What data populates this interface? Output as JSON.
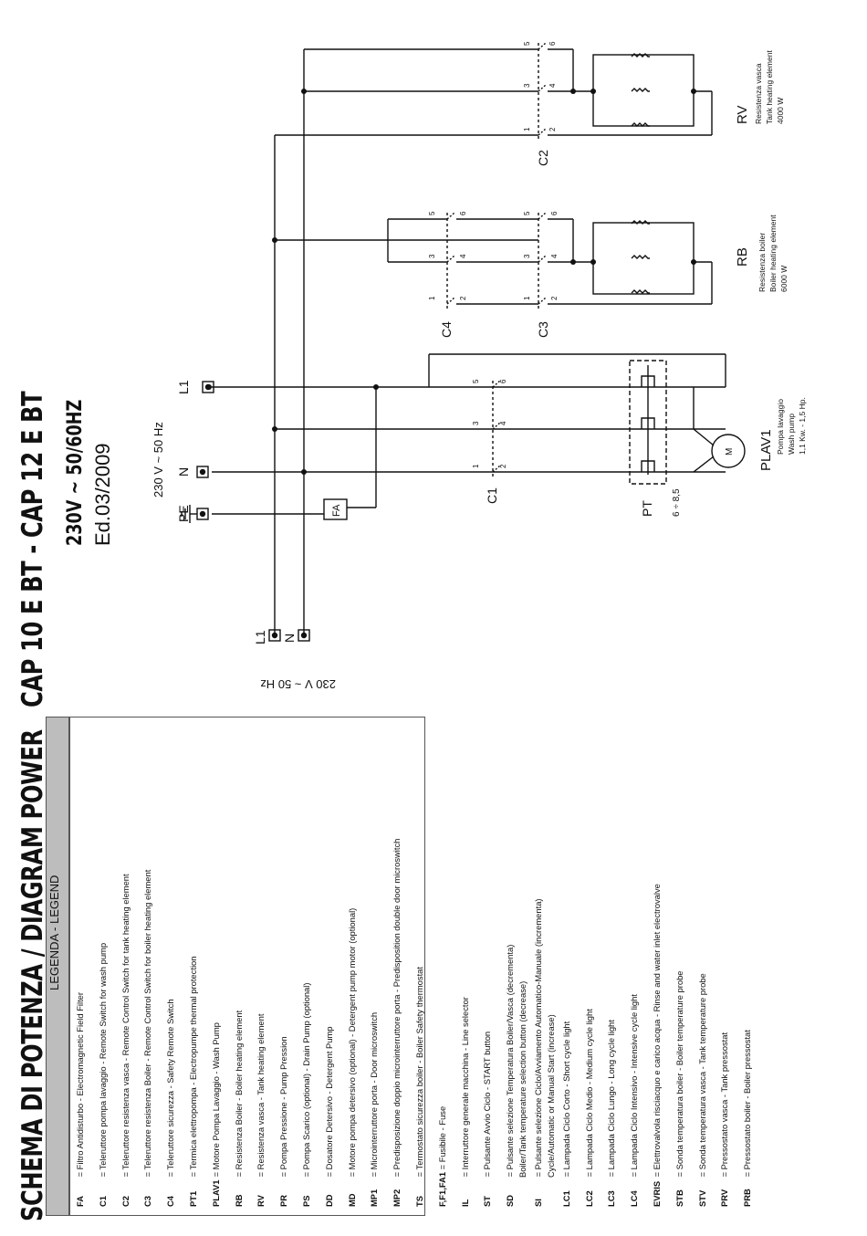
{
  "title": {
    "main": "SCHEMA DI POTENZA / DIAGRAM POWER",
    "model": "CAP 10 E BT - CAP 12 E BT",
    "voltage": "230V ~ 50/60HZ",
    "edition": "Ed.03/2009"
  },
  "legend": {
    "header": "LEGENDA - LEGEND",
    "items": [
      {
        "code": "FA",
        "text": "= Filtro Antidisturbo  - Electromagnetic Field Filter"
      },
      {
        "code": "C1",
        "text": "= Teleruttore pompa lavaggio  - Remote Switch for wash pump"
      },
      {
        "code": "C2",
        "text": "= Teleruttore resistenza vasca  -  Remote Control Switch for tank heating element"
      },
      {
        "code": "C3",
        "text": "= Teleruttore resistenza Boiler - Remote Control Switch for boiler heating element"
      },
      {
        "code": "C4",
        "text": "= Teleruttore sicurezza - Safety Remote Switch"
      },
      {
        "code": "PT1",
        "text": "= Termica elettropompa - Electropumpe thermal protection"
      },
      {
        "code": "PLAV1",
        "text": "= Motore Pompa Lavaggio - Wash Pump"
      },
      {
        "code": "RB",
        "text": "= Resistenza Boiler - Boiler heating element"
      },
      {
        "code": "RV",
        "text": "= Resistenza vasca - Tank heating element"
      },
      {
        "code": "PR",
        "text": "=  Pompa Pressione - Pump Pression"
      },
      {
        "code": "PS",
        "text": "=  Pompa  Scarico (optional) - Drain Pump (optional)"
      },
      {
        "code": "DD",
        "text": "=  Dosatore Detersivo - Detergent Pump"
      },
      {
        "code": "MD",
        "text": "= Motore pompa detersivo (optional) - Detergent pump motor (optional)"
      },
      {
        "code": "MP1",
        "text": "= Microinterruttore porta - Door microswitch"
      },
      {
        "code": "MP2",
        "text": "= Predisposizione doppio microinterruttore porta - Predisposition double door microswitch"
      },
      {
        "code": "TS",
        "text": "= Termostato sicurezza boiler - Boiler Safety thermostat"
      },
      {
        "code": "F,F1,FA1",
        "text": "= Fusibile - Fuse"
      },
      {
        "code": "IL",
        "text": "= Interruttore generale macchina - Line selector"
      },
      {
        "code": "ST",
        "text": "= Pulsante Avvio Ciclo - START button"
      },
      {
        "code": "SD",
        "text": "= Pulsante selezione Temperatura Boiler/Vasca (decrementa)",
        "text2": "Boiler/Tank temperature selection button (decrease)"
      },
      {
        "code": "SI",
        "text": "= Pulsante selezione Ciclo/Avviamento Automatico-Manuale (incrementa)",
        "text2": "Cycle/Automatic or Manual Start (increase)"
      },
      {
        "code": "LC1",
        "text": "= Lampada Ciclo Corto - Short cycle light"
      },
      {
        "code": "LC2",
        "text": "= Lampada Ciclo Medio - Medium cycle light"
      },
      {
        "code": "LC3",
        "text": "= Lampada Ciclo Lungo - Long cycle light"
      },
      {
        "code": "LC4",
        "text": "= Lampada Ciclo Intensivo - Intensive cycle light"
      },
      {
        "code": "EVRIS",
        "text": "= Elettrovalvola risciacquo e carico acqua - Rinse and water inlet electrovalve"
      },
      {
        "code": "STB",
        "text": "= Sonda temperatura boiler - Boiler temperature probe"
      },
      {
        "code": "STV",
        "text": "= Sonda temperatura vasca - Tank temperature probe"
      },
      {
        "code": "PRV",
        "text": "= Pressostato vasca - Tank pressostat"
      },
      {
        "code": "PRB",
        "text": "= Pressostato boiler - Boiler  pressostat"
      }
    ]
  },
  "diagram": {
    "supply_label": "230 V ~ 50 Hz",
    "supply_label_mirrored": "230 V ~ 50 Hz",
    "terminals": [
      "L1",
      "N",
      "PE"
    ],
    "bottom_terminals": [
      "L1",
      "N"
    ],
    "filter": "FA",
    "contactors": [
      "C1",
      "C2",
      "C3",
      "C4"
    ],
    "contact_numbers": [
      "1",
      "2",
      "3",
      "4",
      "5",
      "6"
    ],
    "thermal": {
      "label": "PT",
      "range": "6 ÷ 8,5"
    },
    "pump": {
      "label": "PLAV1",
      "symbol": "M",
      "tilde": "~",
      "desc": [
        "Pompa lavaggio",
        "Wash pump",
        "1,1 Kw. - 1,5 Hp."
      ]
    },
    "boiler": {
      "label": "RB",
      "desc": [
        "Resistenza boiler",
        "Boiler heating element",
        "6000  W"
      ]
    },
    "tank": {
      "label": "RV",
      "desc": [
        "Resistenza vasca",
        "Tank heating element",
        "4000  W"
      ]
    }
  }
}
